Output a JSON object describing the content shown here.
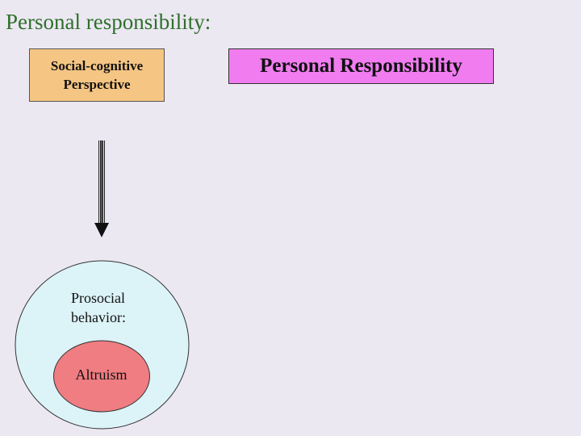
{
  "title": "Personal responsibility:",
  "boxes": {
    "social_cognitive": {
      "line1": "Social-cognitive",
      "line2": "Perspective"
    },
    "personal_responsibility": "Personal Responsibility"
  },
  "ellipse": {
    "outer_line1": "Prosocial",
    "outer_line2": "behavior:",
    "inner": "Altruism"
  },
  "colors": {
    "background": "#ebe8f2",
    "title": "#2f6f2a",
    "social_box": "#f5c583",
    "personal_box": "#f07cf0",
    "outer_ellipse": "#dcf3f8",
    "inner_ellipse": "#ef7d82"
  }
}
